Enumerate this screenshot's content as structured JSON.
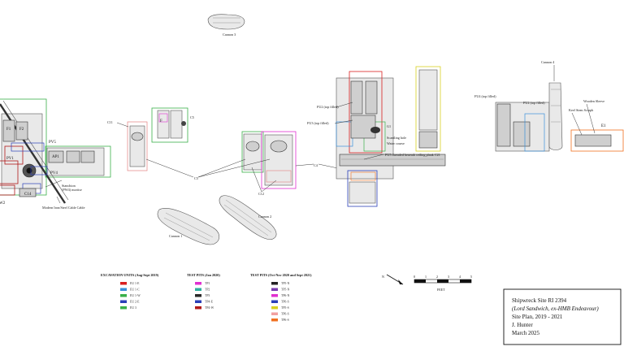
{
  "cannons": {
    "c3": "Cannon 3",
    "c1": "Cannon 1",
    "c2": "Cannon 2",
    "c4": "Cannon 4"
  },
  "plan_labels": {
    "c11": "C11",
    "c5": "C5",
    "c12": "C12",
    "c4_mark": "C4",
    "stanchion": "Stanchion",
    "pw4": "(PW4) mortise",
    "modern_cable": "Modern Iron/Steel Cable Cable",
    "pv1": "PV1",
    "pv5": "PV5",
    "pv4": "PV4",
    "ap1": "AP1",
    "f1": "F1",
    "f2": "F2",
    "w2": "W2",
    "c14": "C14",
    "fu2_top_filled": "FU2 (top filled)",
    "fu3_top_filled": "FU3 (top filled)",
    "scantling_hole": "Scantling hole",
    "water_course": "Water course",
    "fu5_threaded": "FU5 threaded beneath ceiling plank C21",
    "g1": "G1",
    "e1": "E1",
    "fu4_top_filled": "FU4 (top filled)",
    "fu2_top_filled_right": "FU2 (top filled)",
    "wooden_sleeve": "Wooden Sleeve",
    "keel_scarph": "Keel Stem Scarph",
    "f": "F"
  },
  "legend": {
    "excavation": {
      "title": "EXCAVATION UNITS (Aug-Sept 2019)",
      "items": [
        {
          "label": "EU 1-E",
          "color": "#d92020"
        },
        {
          "label": "EU 1-C",
          "color": "#3a8fd9"
        },
        {
          "label": "EU 1-W",
          "color": "#3ab04a"
        },
        {
          "label": "EU 2-E",
          "color": "#2a3fb8"
        },
        {
          "label": "EU 3",
          "color": "#3ab04a"
        }
      ]
    },
    "test_pits_2020": {
      "title": "TEST PITS (Jan 2020)",
      "items": [
        {
          "label": "TP1",
          "color": "#e030d0"
        },
        {
          "label": "TP2",
          "color": "#30b0a0"
        },
        {
          "label": "TP3",
          "color": "#2a2a2a"
        },
        {
          "label": "TP4-E",
          "color": "#2a3fb8"
        },
        {
          "label": "TP4-W",
          "color": "#b01a1a"
        }
      ]
    },
    "test_pits_2021": {
      "title": "TEST PITS (Oct-Nov 2020 and Sept 2021)",
      "items": [
        {
          "label": "TP5-N",
          "color": "#222222"
        },
        {
          "label": "TP5-N",
          "color": "#7a3ab0"
        },
        {
          "label": "TP6-N",
          "color": "#e030d0"
        },
        {
          "label": "TP6-S",
          "color": "#2a3fb8"
        },
        {
          "label": "TP5-S",
          "color": "#d8d020"
        },
        {
          "label": "TP6-S",
          "color": "#f2a0a0"
        },
        {
          "label": "TP6-S",
          "color": "#f07020"
        }
      ]
    }
  },
  "scale": {
    "ticks": [
      "0",
      "1",
      "2",
      "3",
      "4",
      "5"
    ],
    "unit": "FEET",
    "north": "N"
  },
  "title_block": {
    "line1": "Shipwreck Site RI 2394",
    "line2": "(Lord Sandwich, ex-HMB Endeavour)",
    "line3": "Site Plan, 2019 - 2021",
    "line4": "J. Hunter",
    "line5": "March 2025"
  }
}
